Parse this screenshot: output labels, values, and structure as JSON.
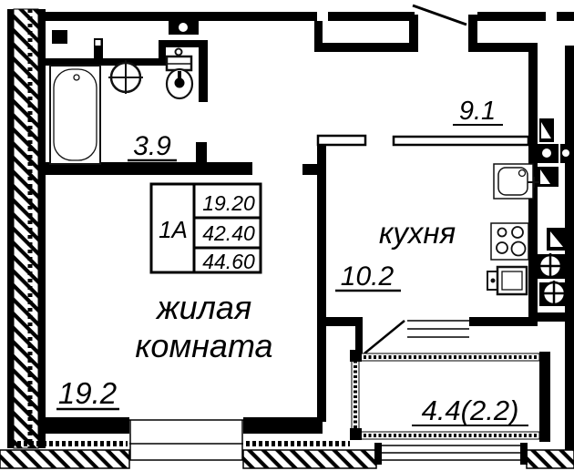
{
  "floor_plan": {
    "stamp": {
      "unit": "1А",
      "values": [
        "19.20",
        "42.40",
        "44.60"
      ]
    },
    "rooms": {
      "bathroom": {
        "area": "3.9"
      },
      "hallway": {
        "area": "9.1"
      },
      "kitchen": {
        "label": "кухня",
        "area": "10.2"
      },
      "living_room": {
        "label_line1": "жилая",
        "label_line2": "комната",
        "area": "19.2"
      },
      "balcony": {
        "area": "4.4(2.2)"
      }
    },
    "fixtures": [
      "bathtub",
      "washbasin",
      "toilet",
      "kitchen-sink",
      "stove-4-burner",
      "water-heater",
      "vent-duct",
      "gas-riser",
      "entrance-door",
      "balcony-door",
      "window"
    ],
    "colors": {
      "wall": "#000000",
      "background": "#ffffff",
      "fixture_stroke": "#111111"
    }
  }
}
